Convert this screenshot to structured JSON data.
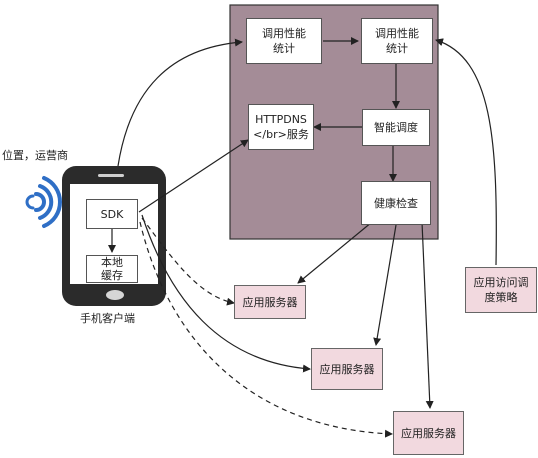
{
  "labels": {
    "location_carrier": "位置，运营商",
    "phone_client": "手机客户端"
  },
  "nodes": {
    "perf_stats_a": "调用性能\n统计",
    "perf_stats_b": "调用性能\n统计",
    "httpdns": "HTTPDNS\n</br>服务",
    "smart_dispatch": "智能调度",
    "health_check": "健康检查",
    "sdk": "SDK",
    "local_cache": "本地\n缓存",
    "app_server_1": "应用服务器",
    "app_server_2": "应用服务器",
    "app_server_3": "应用服务器",
    "access_policy": "应用访问调\n度策略"
  },
  "colors": {
    "dispatch_panel": "#a48c97",
    "app_server_fill": "#f2d9df",
    "phone_body": "#2b2b2b",
    "signal": "#2f6fc6"
  },
  "icons": {
    "signal": "wifi-signal-icon",
    "phone": "smartphone-icon"
  }
}
